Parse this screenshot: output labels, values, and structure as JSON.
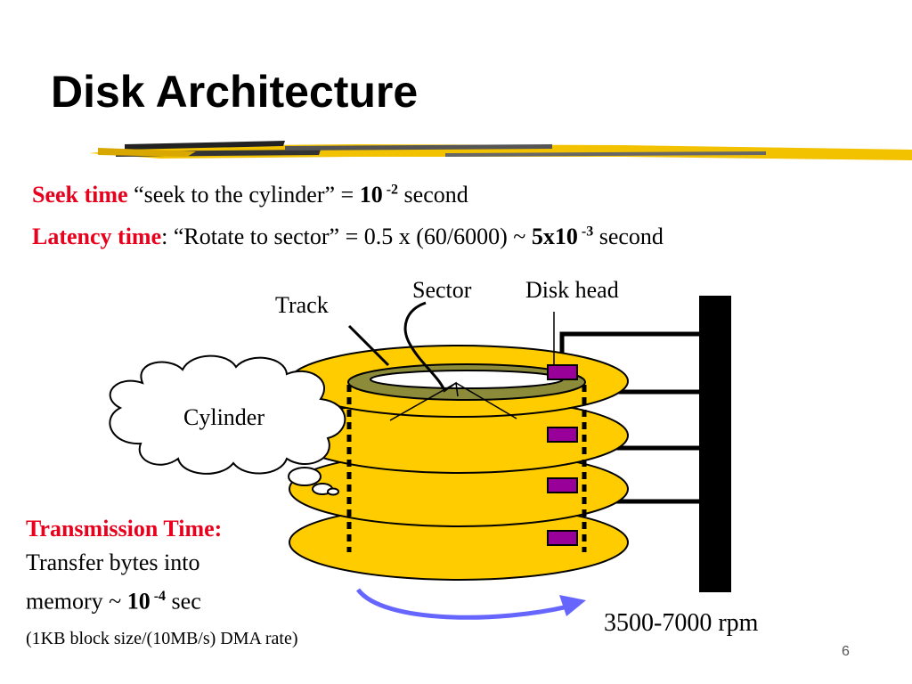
{
  "slide": {
    "title": "Disk Architecture",
    "page_number": "6"
  },
  "seek": {
    "term": "Seek time",
    "text": " “seek to the cylinder” = ",
    "base": "10",
    "exp": " -2",
    "unit": " second"
  },
  "latency": {
    "term": "Latency time",
    "text": ": “Rotate to sector” = 0.5 x (60/6000) ~ ",
    "value": "5x10",
    "exp": " -3",
    "unit": " second"
  },
  "labels": {
    "track": "Track",
    "sector": "Sector",
    "disk_head": "Disk head",
    "cylinder": "Cylinder",
    "rpm": "3500-7000 rpm"
  },
  "transmission": {
    "term": "Transmission Time:",
    "line1": "Transfer bytes into",
    "line2_prefix": "memory ~ ",
    "base": "10",
    "exp": " -4",
    "unit": " sec",
    "dma": "(1KB block size/(10MB/s) DMA rate)"
  },
  "colors": {
    "platter": "#ffcc00",
    "track": "#8b8b3a",
    "head": "#990099",
    "arrow": "#6666ff",
    "accent": "#e8001c"
  }
}
